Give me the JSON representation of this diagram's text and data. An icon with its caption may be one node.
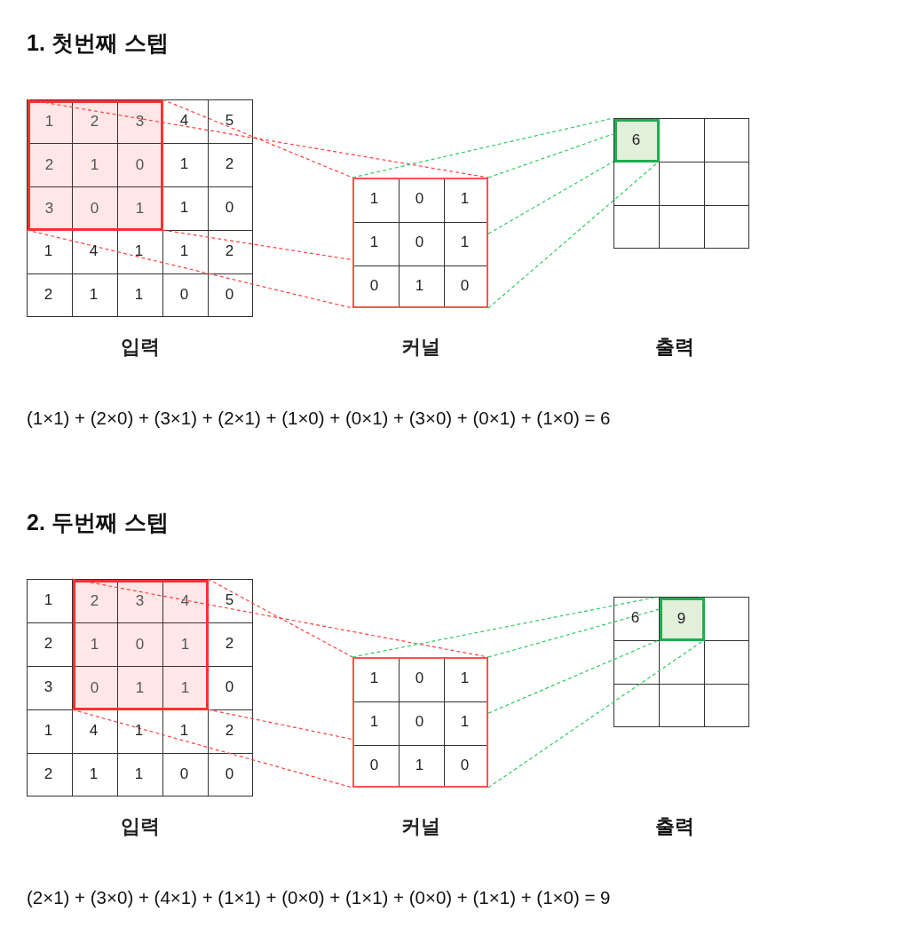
{
  "diagram": {
    "nodes": [
      {
        "text": [
          "4",
          "5",
          "1",
          "2",
          "1",
          "0",
          "1",
          "4",
          "1",
          "1",
          "2",
          "2",
          "1",
          "1",
          "0",
          "0"
        ],
        "beside": [
          "입력"
        ]
      },
      {
        "text": [
          "1",
          "2",
          "3",
          "2",
          "1",
          "0",
          "3",
          "0",
          "1"
        ],
        "in": 0
      },
      {
        "text": [
          "1",
          "0",
          "1",
          "1",
          "0",
          "1",
          "0",
          "1",
          "0"
        ],
        "beside": [
          "커널"
        ]
      },
      {
        "text": [],
        "shape": "box"
      },
      {
        "text": [
          "6"
        ],
        "in": 3
      },
      {
        "text": [
          "1",
          "5",
          "2",
          "2",
          "3",
          "0",
          "1",
          "4",
          "1",
          "1",
          "2",
          "2",
          "1",
          "1",
          "0",
          "0"
        ],
        "beside": [
          "입력"
        ]
      },
      {
        "text": [
          "2",
          "3",
          "4",
          "1",
          "0",
          "1",
          "0",
          "1",
          "1"
        ],
        "in": 5
      },
      {
        "text": [
          "1",
          "0",
          "1",
          "1",
          "0",
          "1",
          "0",
          "1",
          "0"
        ],
        "beside": [
          "커널"
        ]
      },
      {
        "text": [
          "6"
        ]
      },
      {
        "text": [
          "9"
        ],
        "in": 8
      }
    ],
    "edges": [
      {
        "from": 1,
        "to": 2,
        "arrow": "none",
        "style": "dashed",
        "color": "#ff4040"
      },
      {
        "from": 1,
        "to": 2,
        "arrow": "none",
        "style": "dashed",
        "color": "#ff4040"
      },
      {
        "from": 1,
        "to": 2,
        "arrow": "none",
        "style": "dashed",
        "color": "#ff4040"
      },
      {
        "from": 1,
        "to": 2,
        "arrow": "none",
        "style": "dashed",
        "color": "#ff4040"
      },
      {
        "from": 2,
        "to": 4,
        "arrow": "none",
        "style": "dashed",
        "color": "#2ecc60"
      },
      {
        "from": 2,
        "to": 4,
        "arrow": "none",
        "style": "dashed",
        "color": "#2ecc60"
      },
      {
        "from": 2,
        "to": 4,
        "arrow": "none",
        "style": "dashed",
        "color": "#2ecc60"
      },
      {
        "from": 2,
        "to": 4,
        "arrow": "none",
        "style": "dashed",
        "color": "#2ecc60"
      },
      {
        "from": 6,
        "to": 7,
        "arrow": "none",
        "style": "dashed",
        "color": "#ff4040"
      },
      {
        "from": 6,
        "to": 7,
        "arrow": "none",
        "style": "dashed",
        "color": "#ff4040"
      },
      {
        "from": 6,
        "to": 7,
        "arrow": "none",
        "style": "dashed",
        "color": "#ff4040"
      },
      {
        "from": 6,
        "to": 7,
        "arrow": "none",
        "style": "dashed",
        "color": "#ff4040"
      },
      {
        "from": 7,
        "to": 9,
        "arrow": "none",
        "style": "dashed",
        "color": "#2ecc60"
      },
      {
        "from": 7,
        "to": 9,
        "arrow": "none",
        "style": "dashed",
        "color": "#2ecc60"
      },
      {
        "from": 7,
        "to": 9,
        "arrow": "none",
        "style": "dashed",
        "color": "#2ecc60"
      },
      {
        "from": 7,
        "to": 9,
        "arrow": "none",
        "style": "dashed",
        "color": "#2ecc60"
      }
    ],
    "labels": [
      "1. 첫번째 스텝",
      "출력",
      "(1×1) + (2×0) + (3×1) + (2×1) + (1×0) + (0×1) + (3×0) + (0×1) + (1×0) = 6",
      "2. 두번째 스텝",
      "출력",
      "(2×1) + (3×0) + (4×1) + (1×1) + (0×0) + (1×1) + (0×0) + (1×1) + (1×0) = 9"
    ]
  }
}
